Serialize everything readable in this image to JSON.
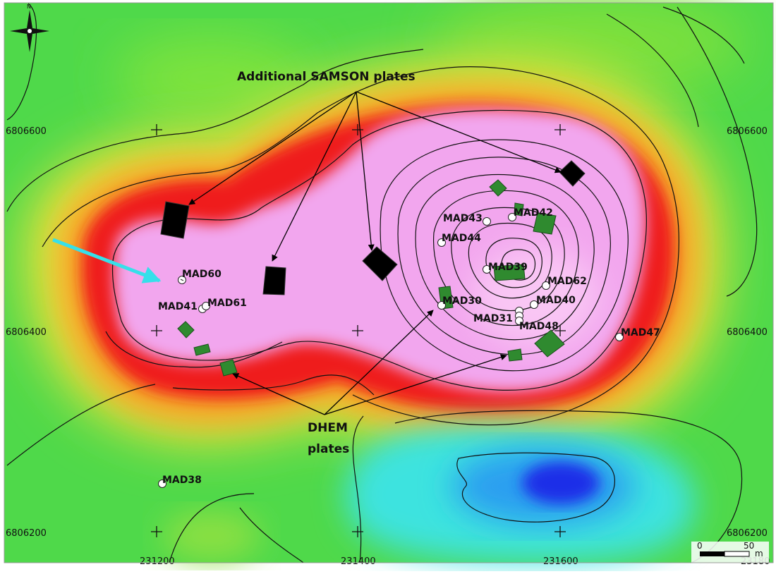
{
  "map": {
    "title": "Additional SAMSON plates",
    "dhem_line1": "DHEM",
    "dhem_line2": "plates",
    "north_label": "N",
    "coords": {
      "y_top_left": "6806600",
      "y_top_right": "6806600",
      "y_mid_left": "6806400",
      "y_mid_right": "6806400",
      "y_bot_left": "6806200",
      "y_bot_right": "6806200",
      "x1": "231200",
      "x2": "231400",
      "x3": "231600",
      "x4": "23180"
    },
    "scale": {
      "zero": "0",
      "value": "50",
      "unit": "m"
    },
    "drillholes": {
      "mad60": "MAD60",
      "mad41": "MAD41",
      "mad61": "MAD61",
      "mad43": "MAD43",
      "mad42": "MAD42",
      "mad44": "MAD44",
      "mad39": "MAD39",
      "mad62": "MAD62",
      "mad30": "MAD30",
      "mad40": "MAD40",
      "mad31": "MAD31",
      "mad48": "MAD48",
      "mad47": "MAD47",
      "mad38": "MAD38"
    },
    "colors": {
      "background_green": "#4fd94a",
      "high_pink": "#f4a8f0",
      "ring_red": "#f01818",
      "low_blue": "#1a2ee8",
      "pointer_arrow": "#36e0ea",
      "samson_plate": "#000000",
      "dhem_plate": "#2f8a2f"
    }
  }
}
